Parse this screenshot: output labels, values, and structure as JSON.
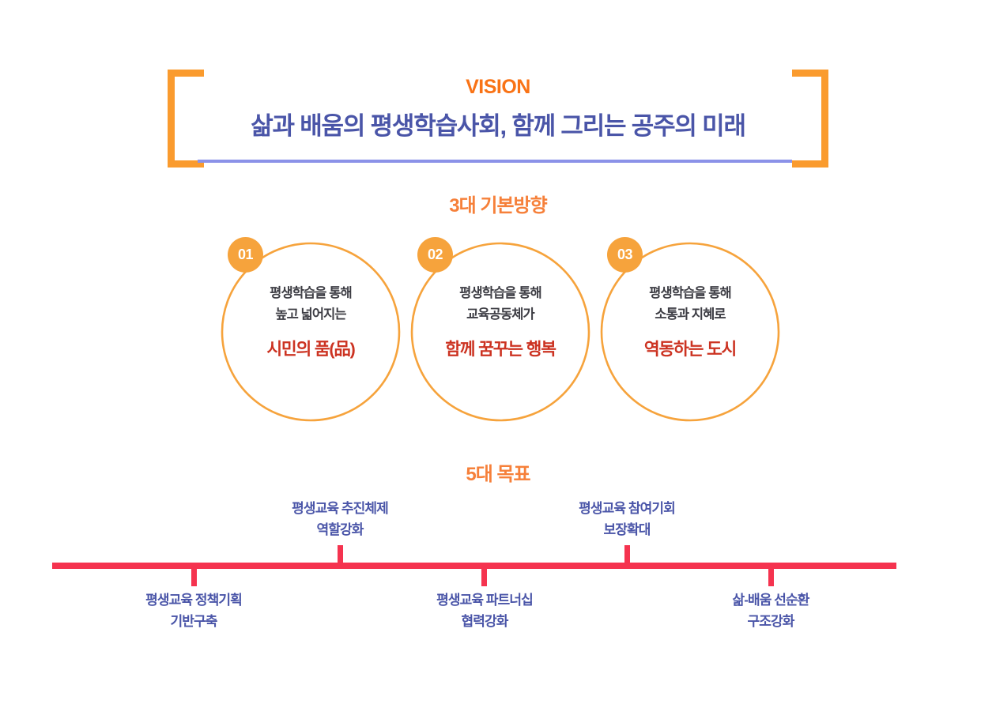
{
  "vision": {
    "eyebrow": "VISION",
    "title": "삶과 배움의 평생학습사회, 함께 그리는 공주의 미래",
    "bracket_color": "#fa9b2e",
    "eyebrow_color": "#f97316",
    "title_color": "#4a55a8",
    "underline_color": "#8b92e8"
  },
  "directions": {
    "heading": "3대 기본방향",
    "heading_color": "#f6803a",
    "ring_color": "#f6a33c",
    "badge_color": "#f6a33c",
    "emphasis_color": "#cc3322",
    "items": [
      {
        "badge": "01",
        "line1": "평생학습을 통해",
        "line2": "높고 넓어지는",
        "emphasis": "시민의 품(品)"
      },
      {
        "badge": "02",
        "line1": "평생학습을 통해",
        "line2": "교육공동체가",
        "emphasis": "함께 꿈꾸는 행복"
      },
      {
        "badge": "03",
        "line1": "평생학습을 통해",
        "line2": "소통과 지혜로",
        "emphasis": "역동하는 도시"
      }
    ]
  },
  "goals": {
    "heading": "5대 목표",
    "heading_color": "#f6803a",
    "axis_color": "#f5334f",
    "label_color": "#4a55a8",
    "items": [
      {
        "position": "below",
        "line1": "평생교육 정책기획",
        "line2": "기반구축"
      },
      {
        "position": "above",
        "line1": "평생교육 추진체제",
        "line2": "역할강화"
      },
      {
        "position": "below",
        "line1": "평생교육 파트너십",
        "line2": "협력강화"
      },
      {
        "position": "above",
        "line1": "평생교육 참여기회",
        "line2": "보장확대"
      },
      {
        "position": "below",
        "line1": "삶-배움 선순환",
        "line2": "구조강화"
      }
    ]
  }
}
